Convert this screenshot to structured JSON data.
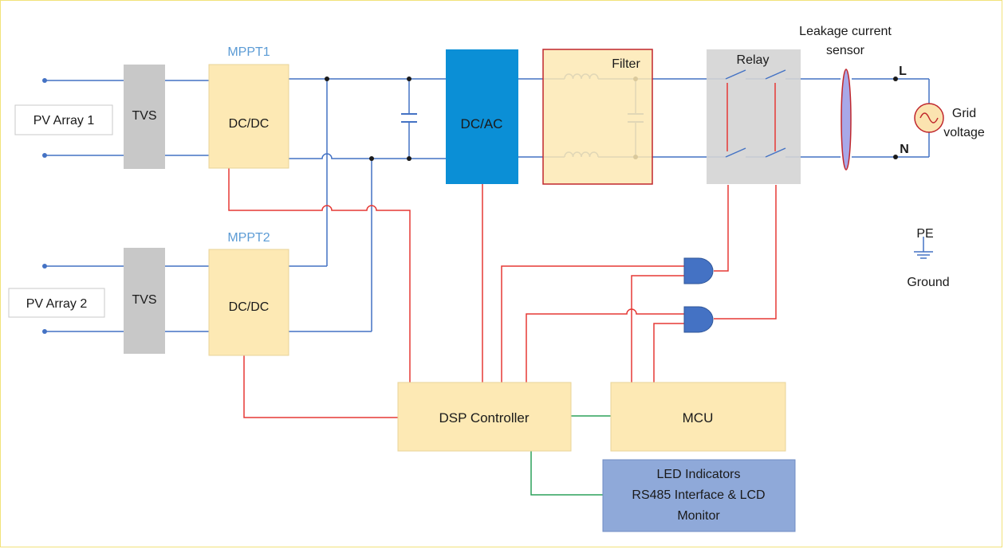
{
  "labels": {
    "pv_array_1": "PV Array 1",
    "pv_array_2": "PV Array 2",
    "tvs_1": "TVS",
    "tvs_2": "TVS",
    "mppt1_title": "MPPT1",
    "mppt2_title": "MPPT2",
    "dcdc_1": "DC/DC",
    "dcdc_2": "DC/DC",
    "dcac": "DC/AC",
    "filter": "Filter",
    "relay": "Relay",
    "leakage_line1": "Leakage current",
    "leakage_line2": "sensor",
    "line_l": "L",
    "line_n": "N",
    "grid_line1": "Grid",
    "grid_line2": "voltage",
    "pe": "PE",
    "ground": "Ground",
    "dsp": "DSP Controller",
    "mcu": "MCU",
    "led_line1": "LED Indicators",
    "led_line2": "RS485 Interface & LCD",
    "led_line3": "Monitor"
  },
  "colors": {
    "power_wire": "#4472c4",
    "control_wire": "#e53935",
    "comm_wire": "#2ca05a",
    "block_yellow": "#fde9b4",
    "block_gray": "#c8c8c8",
    "block_blue": "#0b8fd6",
    "block_led": "#8fa9d9",
    "mppt_title": "#5b9bd5"
  }
}
